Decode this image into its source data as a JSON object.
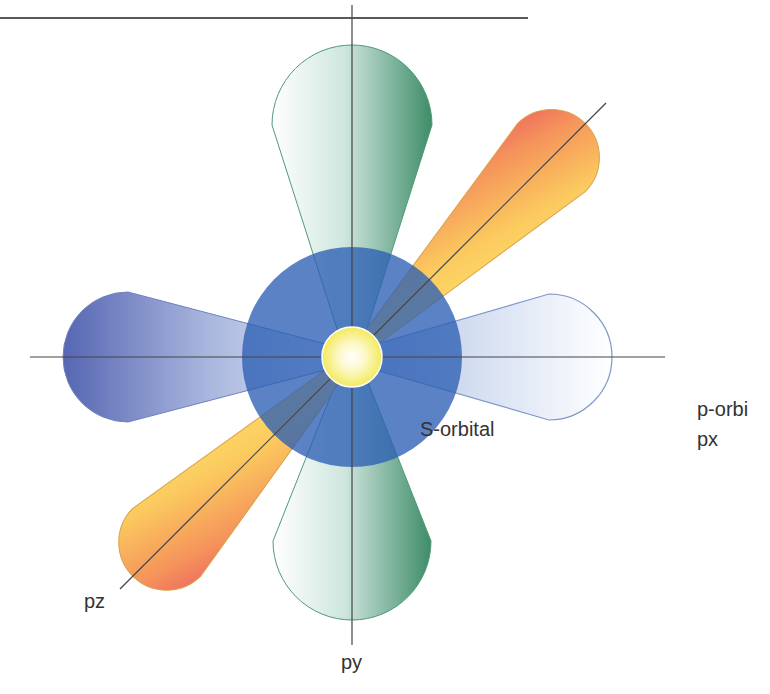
{
  "diagram": {
    "labels": [
      "p-orbi",
      "px",
      "S-orbital",
      "pz",
      "py"
    ]
  }
}
